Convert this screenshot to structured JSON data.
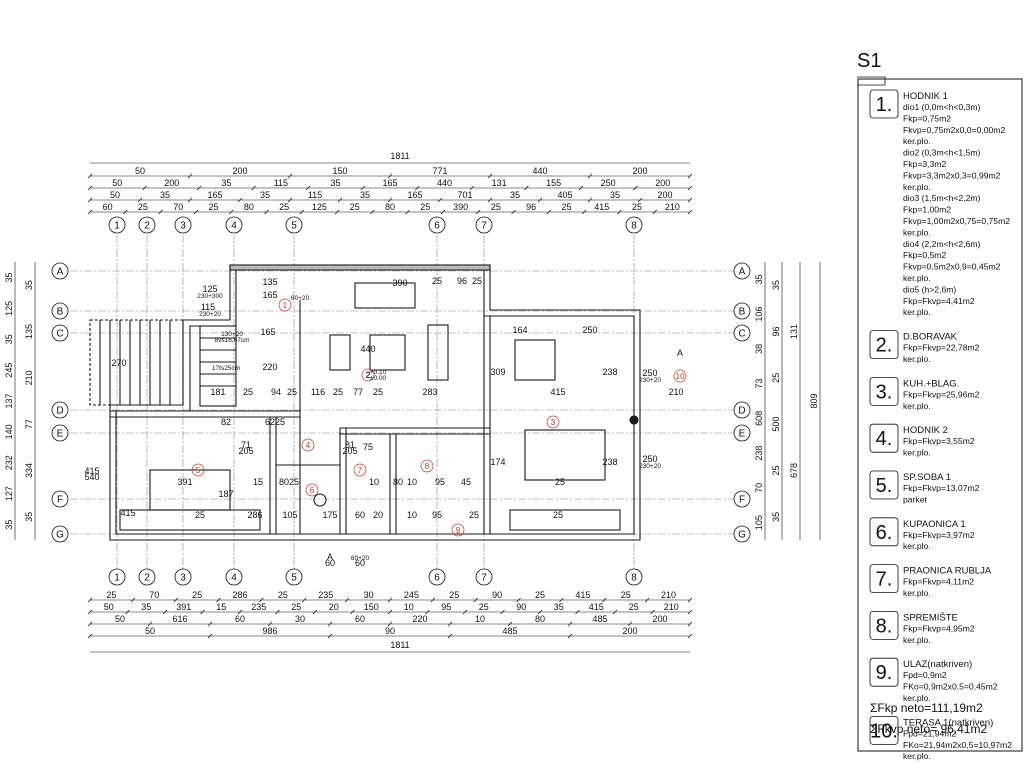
{
  "sheet_code": "S1",
  "total_overall": "1811",
  "dim_rows_top": [
    [
      "50",
      "200",
      "150",
      "771",
      "440",
      "200"
    ],
    [
      "50",
      "200",
      "35",
      "115",
      "35",
      "165",
      "440",
      "131",
      "155",
      "250",
      "200"
    ],
    [
      "50",
      "35",
      "165",
      "35",
      "115",
      "35",
      "165",
      "701",
      "35",
      "405",
      "35",
      "200"
    ],
    [
      "60",
      "25",
      "70",
      "25",
      "80",
      "25",
      "125",
      "25",
      "80",
      "25",
      "390",
      "25",
      "96",
      "25",
      "415",
      "25",
      "210"
    ]
  ],
  "dim_rows_bottom": [
    [
      "25",
      "70",
      "25",
      "286",
      "25",
      "235",
      "30",
      "245",
      "25",
      "90",
      "25",
      "415",
      "25",
      "210"
    ],
    [
      "50",
      "35",
      "391",
      "15",
      "235",
      "25",
      "20",
      "150",
      "10",
      "95",
      "25",
      "90",
      "35",
      "415",
      "25",
      "210"
    ],
    [
      "50",
      "616",
      "60",
      "30",
      "60",
      "220",
      "10",
      "80",
      "485",
      "200"
    ],
    [
      "50",
      "986",
      "90",
      "485",
      "200"
    ]
  ],
  "axes_vertical": [
    "1",
    "2",
    "3",
    "4",
    "5",
    "6",
    "7",
    "8"
  ],
  "axes_horizontal": [
    "A",
    "B",
    "C",
    "D",
    "E",
    "F",
    "G"
  ],
  "dim_left_a": [
    "35",
    "125",
    "35",
    "245",
    "137",
    "140",
    "232",
    "127",
    "35"
  ],
  "dim_left_b": [
    "35",
    "135",
    "210",
    "77",
    "334",
    "35"
  ],
  "dim_right_a": [
    "35",
    "106",
    "38",
    "73",
    "608",
    "238",
    "70",
    "105"
  ],
  "dim_right_b": [
    "35",
    "96",
    "25",
    "500",
    "25",
    "35"
  ],
  "dim_right_c": [
    "131",
    "678"
  ],
  "dim_right_total": "809",
  "interior_labels": [
    "390",
    "25",
    "96",
    "25",
    "135",
    "165",
    "125",
    "230+300",
    "115",
    "230+20",
    "165",
    "164",
    "250",
    "440",
    "309",
    "238",
    "250",
    "230+20",
    "2",
    "+0.10",
    "±0.00",
    "181",
    "25",
    "94",
    "25",
    "116",
    "25",
    "77",
    "25",
    "283",
    "415",
    "210",
    "82",
    "62",
    "25",
    "71",
    "205",
    "81",
    "205",
    "75",
    "174",
    "238",
    "250",
    "230+20",
    "391",
    "187",
    "15",
    "80",
    "25",
    "10",
    "80",
    "10",
    "95",
    "45",
    "25",
    "415",
    "25",
    "286",
    "105",
    "175",
    "60",
    "20",
    "10",
    "95",
    "25",
    "25",
    "415",
    "540",
    "130+20",
    "8vs16,67cm",
    "17ts25cm",
    "220",
    "270",
    "A",
    "A",
    "60",
    "60+20",
    "60",
    "60+20"
  ],
  "room_numbers": [
    "1",
    "2",
    "3",
    "4",
    "5",
    "6",
    "7",
    "8",
    "9",
    "10"
  ],
  "legend": [
    {
      "num": "1.",
      "title": "HODNIK 1",
      "lines": [
        "dio1 (0,0m<h<0,3m)",
        "Fkp=0,75m2",
        "Fkvp=0,75m2x0,0=0,00m2",
        "ker.plo.",
        "dio2 (0,3m<h<1,5m)",
        "Fkp=3,3m2",
        "Fkvp=3,3m2x0,3=0,99m2",
        "ker.plo.",
        "dio3 (1,5m<h<2,2m)",
        "Fkp=1,00m2",
        "Fkvp=1,00m2x0,75=0,75m2",
        "ker.plo.",
        "dio4 (2,2m<h<2,6m)",
        "Fkp=0,5m2",
        "Fkvp=0,5m2x0,9=0,45m2",
        "ker.plo.",
        "dio5 (h>2,6m)",
        "Fkp=Fkvp=4,41m2",
        "ker.plo."
      ]
    },
    {
      "num": "2.",
      "title": "D.BORAVAK",
      "lines": [
        "Fkp=Fkvp=22,78m2",
        "ker.plo."
      ]
    },
    {
      "num": "3.",
      "title": "KUH.+BLAG.",
      "lines": [
        "Fkp=Fkvp=25,96m2",
        "ker.plo."
      ]
    },
    {
      "num": "4.",
      "title": "HODNIK 2",
      "lines": [
        "Fkp=Fkvp=3,55m2",
        "ker.plo."
      ]
    },
    {
      "num": "5.",
      "title": "SP.SOBA 1",
      "lines": [
        "Fkp=Fkvp=13,07m2",
        "parket"
      ]
    },
    {
      "num": "6.",
      "title": "KUPAONICA 1",
      "lines": [
        "Fkp=Fkvp=3,97m2",
        "ker.plo."
      ]
    },
    {
      "num": "7.",
      "title": "PRAONICA RUBLJA",
      "lines": [
        "Fkp=Fkvp=4,11m2",
        "ker.plo."
      ]
    },
    {
      "num": "8.",
      "title": "SPREMIŠTE",
      "lines": [
        "Fkp=Fkvp=4,95m2",
        "ker.plo."
      ]
    },
    {
      "num": "9.",
      "title": "ULAZ(natkriven)",
      "lines": [
        "Fpd=0,9m2",
        "FKo=0,9m2x0,5=0,45m2",
        "ker.plo."
      ]
    },
    {
      "num": "10.",
      "title": "TERASA 1(natkriven)",
      "lines": [
        "Fpd=21,94m2",
        "FKo=21,94m2x0,5=10,97m2",
        "ker.plo."
      ]
    }
  ],
  "total_kp": "ΣFkp neto=111,19m2",
  "total_kvp": "ΣFkvp neto= 96,41m2",
  "colors": {
    "line": "#1a1a1a",
    "grid": "#888888",
    "room_number": "#c0392b",
    "wall_fill": "#555555"
  }
}
